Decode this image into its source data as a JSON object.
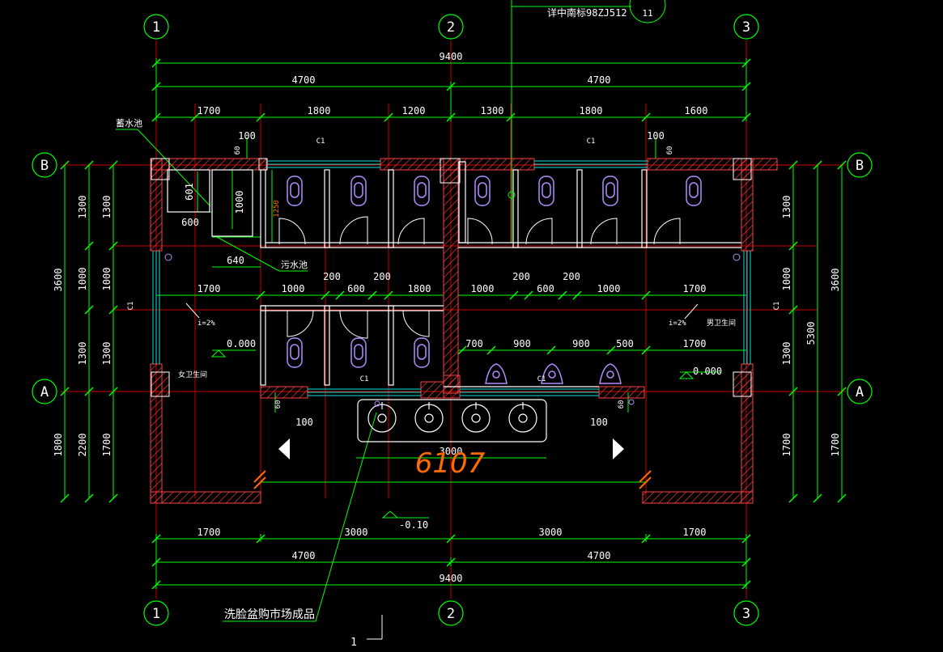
{
  "grid": {
    "col_labels": [
      "1",
      "2",
      "3"
    ],
    "row_labels": [
      "B",
      "A"
    ]
  },
  "dims_top": {
    "overall": "9400",
    "halves": [
      "4700",
      "4700"
    ],
    "segments": [
      "1700",
      "1800",
      "1200",
      "1300",
      "1800",
      "1600"
    ]
  },
  "dims_bottom": {
    "segments": [
      "1700",
      "3000",
      "3000",
      "1700"
    ],
    "halves": [
      "4700",
      "4700"
    ],
    "overall": "9400"
  },
  "dims_left": {
    "outer": [
      "3600",
      "1800"
    ],
    "middle": [
      "1300",
      "1000",
      "1300",
      "2200"
    ],
    "inner": [
      "1300",
      "1000",
      "1300",
      "1700"
    ]
  },
  "dims_right": {
    "inner": [
      "1300",
      "1000",
      "1300",
      "1700"
    ],
    "middle": "5300",
    "outer": [
      "3600",
      "1700"
    ]
  },
  "inner_dims": {
    "row1_left": [
      "1700",
      "1000",
      "200",
      "600",
      "200",
      "1800"
    ],
    "row1_right": [
      "1000",
      "200",
      "600",
      "200",
      "1000",
      "1700"
    ],
    "row2_right": [
      "700",
      "900",
      "900",
      "500",
      "1700"
    ],
    "bottom_span": "3000",
    "stall_height": "1250",
    "tank_1000": "1000",
    "tank_601": "601",
    "tank_600": "600",
    "tank_640": "640",
    "side_100": [
      "100",
      "100"
    ],
    "side_60": [
      "60",
      "60"
    ],
    "top_100": [
      "100",
      "100"
    ],
    "top_60": [
      "60",
      "60"
    ]
  },
  "labels": {
    "detail_ref": "详中南标98ZJ512",
    "detail_num": "11",
    "storage_pool": "蓄水池",
    "sewage_pool": "污水池",
    "basin_note": "洗脸盆购市场成品",
    "window_c1": "C1",
    "slope": "i=2%",
    "elev_000": "0.000",
    "elev_minus": "-0.10",
    "women_toilet": "女卫生间",
    "men_toilet": "男卫生间",
    "red_number": "6107",
    "bottom_num": "1"
  },
  "colors": {
    "background": "#000000",
    "wall": "#ff4040",
    "grid_line": "#cc0000",
    "dimension": "#00ff00",
    "fixture": "#b38cff",
    "window": "#00e5e5",
    "text": "#ffffff",
    "accent": "#ff6a00"
  }
}
